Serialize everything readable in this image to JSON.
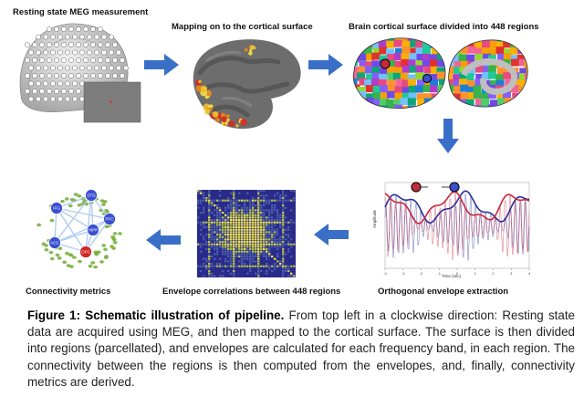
{
  "stages": {
    "meg": "Resting state MEG measurement",
    "mapping": "Mapping on to the cortical surface",
    "regions": "Brain cortical surface divided into 448 regions",
    "orthogonal": "Orthogonal envelope extraction",
    "envelope": "Envelope correlations between 448 regions",
    "connectivity": "Connectivity metrics"
  },
  "colors": {
    "arrow": "#3a6fc7",
    "signal_blue": "#2b2f9c",
    "signal_red": "#c8283c",
    "node_blue": "#3a4fd0",
    "node_red": "#d02424",
    "node_green": "#7ab040",
    "matrix_bg": "#2a2a8a",
    "matrix_hot": "#f2e64a"
  },
  "network_nodes": [
    "STG",
    "IFG",
    "PFC",
    "ACC",
    "OFC",
    "HIPP"
  ],
  "plot_axes": {
    "xlabel": "Time (sec)",
    "ylabel": "Amplitude"
  },
  "caption": {
    "label": "Figure 1: Schematic illustration of pipeline.",
    "text": " From top left in a clockwise direction: Resting state data are acquired using MEG, and then mapped to the cortical surface. The surface is then divided into regions (parcellated), and envelopes are calculated for each frequency band, in each region. The connectivity between the regions is then computed from the envelopes, and, finally, connectivity metrics are derived."
  }
}
